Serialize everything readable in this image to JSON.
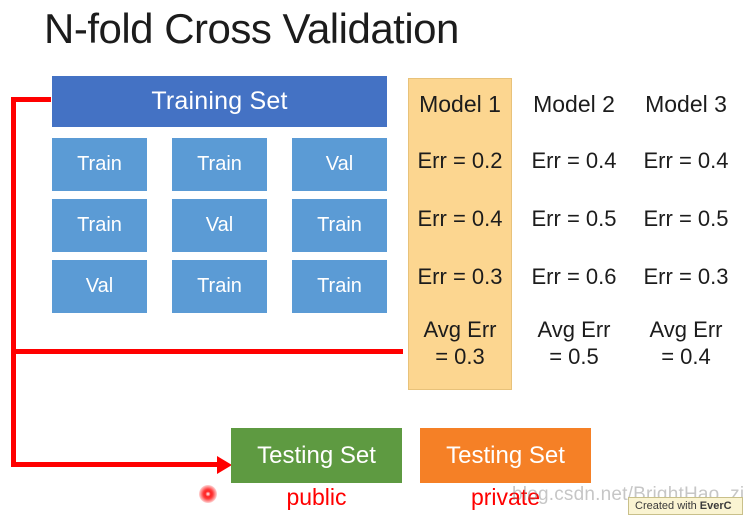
{
  "slide": {
    "title": "N-fold Cross Validation",
    "background": "#ffffff"
  },
  "training_set": {
    "label": "Training Set",
    "color": "#4472C4"
  },
  "folds": {
    "cell_color": "#5B9BD5",
    "rows": [
      [
        "Train",
        "Train",
        "Val"
      ],
      [
        "Train",
        "Val",
        "Train"
      ],
      [
        "Val",
        "Train",
        "Train"
      ]
    ]
  },
  "models": {
    "highlight_color": "#FCD690",
    "columns": [
      {
        "name": "Model 1",
        "errors": [
          "Err = 0.2",
          "Err = 0.4",
          "Err = 0.3"
        ],
        "avg_label": "Avg Err",
        "avg_value": "= 0.3",
        "highlighted": true
      },
      {
        "name": "Model 2",
        "errors": [
          "Err = 0.4",
          "Err = 0.5",
          "Err = 0.6"
        ],
        "avg_label": "Avg Err",
        "avg_value": "= 0.5",
        "highlighted": false
      },
      {
        "name": "Model 3",
        "errors": [
          "Err = 0.4",
          "Err = 0.5",
          "Err = 0.3"
        ],
        "avg_label": "Avg Err",
        "avg_value": "= 0.4",
        "highlighted": false
      }
    ]
  },
  "testing": {
    "public": {
      "label": "Testing Set",
      "caption": "public",
      "color": "#5E9A41"
    },
    "private": {
      "label": "Testing Set",
      "caption": "private",
      "color": "#F58026"
    }
  },
  "annotations": {
    "connector_color": "#FF0000",
    "cursor_dot": "red-cursor-dot"
  },
  "watermark": {
    "text": "blog.csdn.net/BrightHao_zi",
    "badge_prefix": "Created with",
    "badge_brand": "EverC"
  }
}
